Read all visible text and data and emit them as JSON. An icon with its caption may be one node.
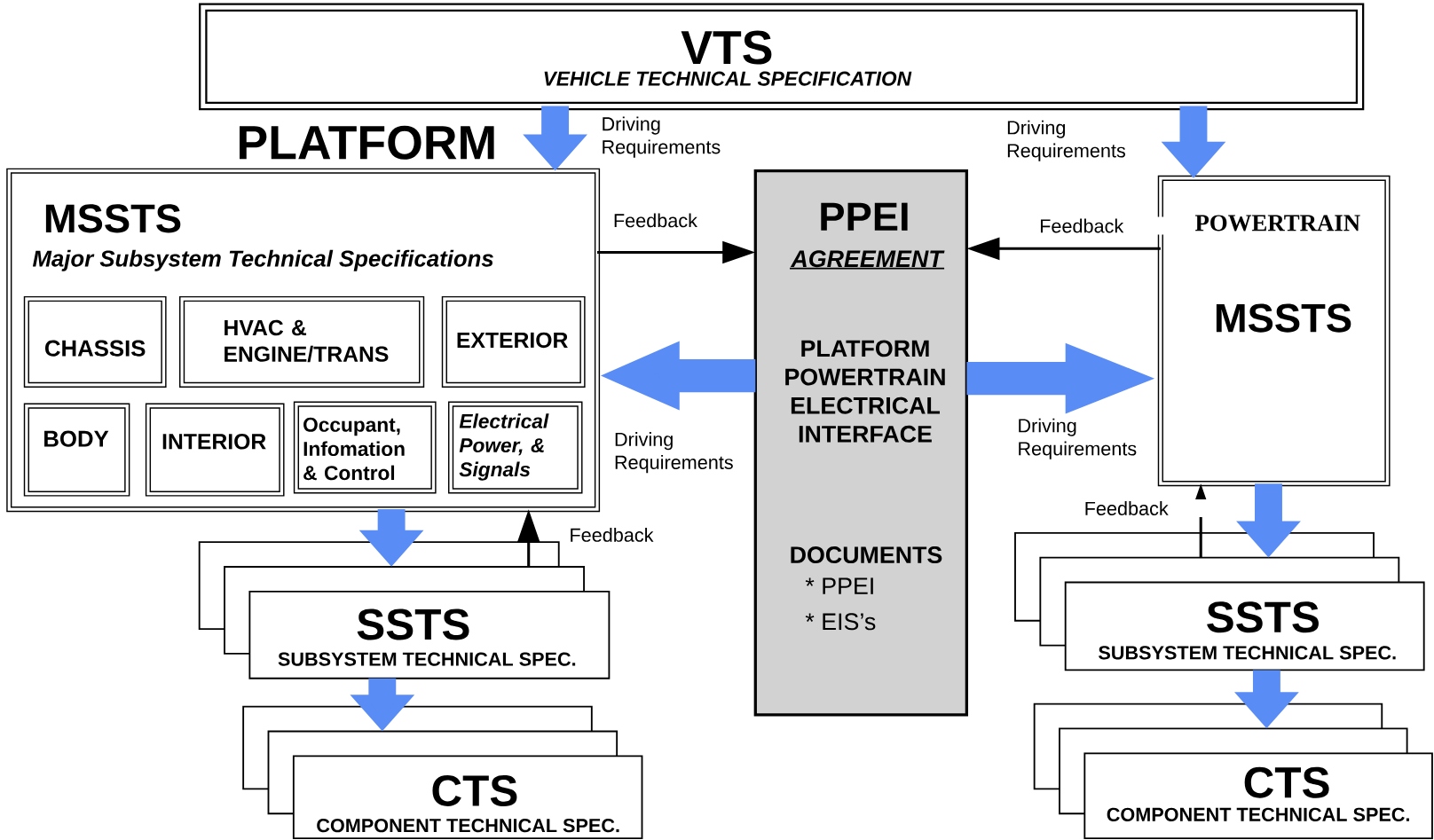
{
  "diagram": {
    "nodes": [
      {
        "text": [
          "VTS",
          "VEHICLE TECHNICAL SPECIFICATION"
        ]
      },
      {
        "text": [
          "PLATFORM",
          "MSSTS",
          "Major Subsystem Technical Specifications"
        ]
      },
      {
        "text": [
          "CHASSIS"
        ],
        "in": 1
      },
      {
        "text": [
          "HVAC & ENGINE/TRANS"
        ],
        "in": 1
      },
      {
        "text": [
          "EXTERIOR"
        ],
        "in": 1
      },
      {
        "text": [
          "BODY"
        ],
        "in": 1
      },
      {
        "text": [
          "INTERIOR"
        ],
        "in": 1
      },
      {
        "text": [
          "Occupant, Infomation & Control"
        ],
        "in": 1
      },
      {
        "text": [
          "Electrical Power, & Signals"
        ],
        "in": 1
      },
      {
        "text": [
          "PPEI",
          "AGREEMENT",
          "PLATFORM POWERTRAIN ELECTRICAL INTERFACE",
          "DOCUMENTS",
          "* PPEI",
          "* EIS’s"
        ]
      },
      {
        "text": [
          "POWERTRAIN",
          "MSSTS"
        ]
      },
      {
        "text": [
          "SSTS",
          "SUBSYSTEM TECHNICAL SPEC."
        ]
      },
      {
        "text": [
          "CTS",
          "COMPONENT TECHNICAL SPEC."
        ]
      },
      {
        "text": [
          "SSTS",
          "SUBSYSTEM TECHNICAL SPEC."
        ]
      },
      {
        "text": [
          "CTS",
          "COMPONENT TECHNICAL SPEC."
        ]
      }
    ],
    "edges": [
      {
        "from": 0,
        "to": 1,
        "arrow": "to",
        "label": "Driving Requirements"
      },
      {
        "from": 0,
        "to": 10,
        "arrow": "to",
        "label": "Driving Requirements"
      },
      {
        "from": 1,
        "to": 9,
        "arrow": "to",
        "label": "Feedback",
        "color": "#000000"
      },
      {
        "from": 10,
        "to": 9,
        "arrow": "to",
        "label": "Feedback",
        "color": "#000000"
      },
      {
        "from": 9,
        "to": 1,
        "arrow": "to",
        "label": "Driving Requirements"
      },
      {
        "from": 9,
        "to": 10,
        "arrow": "to",
        "label": "Driving Requirements"
      },
      {
        "from": 1,
        "to": 11,
        "arrow": "to"
      },
      {
        "from": 11,
        "to": 1,
        "arrow": "to",
        "label": "Feedback",
        "color": "#000000"
      },
      {
        "from": 11,
        "to": 12,
        "arrow": "to"
      },
      {
        "from": 10,
        "to": 13,
        "arrow": "to"
      },
      {
        "from": 13,
        "to": 10,
        "arrow": "to",
        "label": "Feedback",
        "color": "#000000"
      },
      {
        "from": 13,
        "to": 14,
        "arrow": "to"
      }
    ]
  }
}
